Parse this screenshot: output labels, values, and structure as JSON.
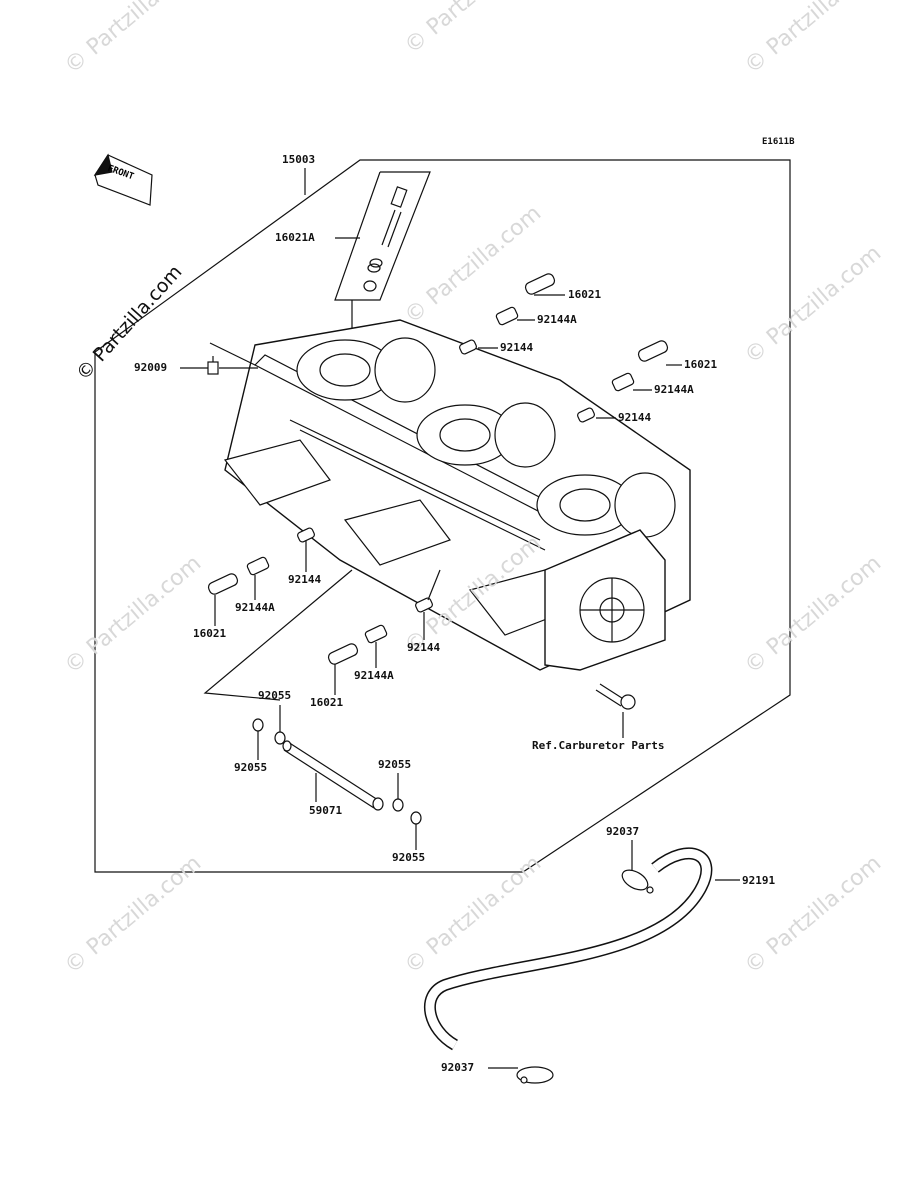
{
  "diagram_code": "E1611B",
  "brand": "© Partzilla.com",
  "watermark": "© Partzilla.com",
  "front_label": "FRONT",
  "callouts": {
    "assembly": "15003",
    "pilot_screw_assy": "16021A",
    "plug_right_upper": "16021",
    "spring_a_right_upper": "92144A",
    "spring_top_center": "92144",
    "screw_left": "92009",
    "plug_right_mid": "16021",
    "spring_a_right_mid": "92144A",
    "spring_right_mid": "92144",
    "spring_left_center": "92144",
    "spring_a_left": "92144A",
    "plug_left": "16021",
    "spring_center_lower": "92144",
    "spring_a_center_lower": "92144A",
    "plug_center_lower": "16021",
    "oring_upper": "92055",
    "oring_left": "92055",
    "pipe": "59071",
    "oring_right_upper": "92055",
    "oring_right_lower": "92055",
    "ref_parts": "Ref.Carburetor Parts",
    "clamp_upper": "92037",
    "hose": "92191",
    "clamp_lower": "92037"
  }
}
